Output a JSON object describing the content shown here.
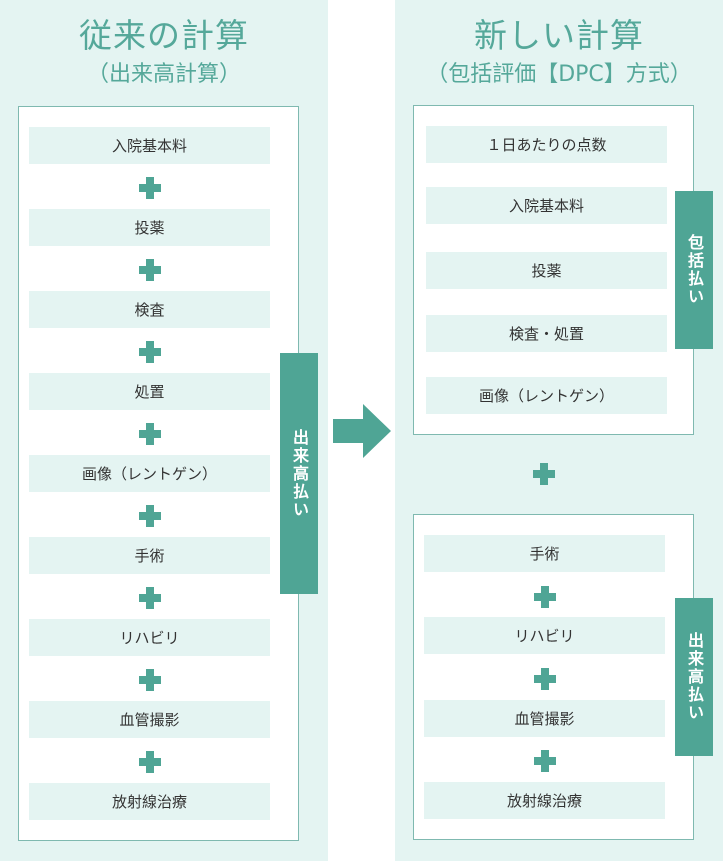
{
  "old_calc": {
    "title": "従来の計算",
    "subtitle": "（出来高計算）",
    "items": [
      "入院基本料",
      "投薬",
      "検査",
      "処置",
      "画像（レントゲン）",
      "手術",
      "リハビリ",
      "血管撮影",
      "放射線治療"
    ],
    "tag": "出来高払い"
  },
  "new_calc": {
    "title": "新しい計算",
    "subtitle": "（包括評価【DPC】方式）",
    "bundled_items": [
      "１日あたりの点数",
      "入院基本料",
      "投薬",
      "検査・処置",
      "画像（レントゲン）"
    ],
    "bundled_tag": "包括払い",
    "fee_items": [
      "手術",
      "リハビリ",
      "血管撮影",
      "放射線治療"
    ],
    "fee_tag": "出来高払い"
  },
  "colors": {
    "accent": "#4fa595",
    "title": "#55a89a",
    "panel_bg": "#e4f4f2",
    "item_bg": "#e4f4f2"
  },
  "icons": {
    "plus": "plus-icon",
    "arrow": "arrow-right-icon"
  }
}
